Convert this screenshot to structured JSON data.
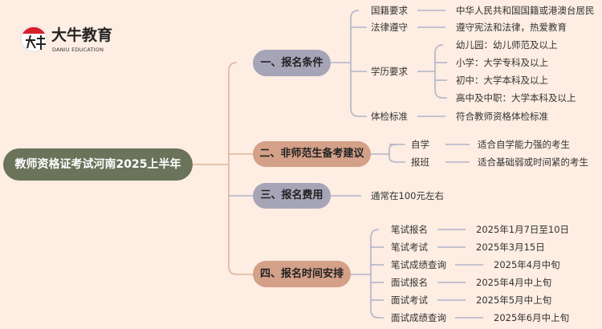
{
  "logo": {
    "brand": "大牛教育",
    "sub": "DANIU EDUCATION",
    "mark": "大牛"
  },
  "root": "教师资格证考试河南2025上半年",
  "branches": [
    {
      "label": "一、报名条件",
      "color": "#a6a4b7",
      "children": [
        {
          "label": "国籍要求",
          "value": "中华人民共和国国籍或港澳台居民"
        },
        {
          "label": "法律遵守",
          "value": "遵守宪法和法律，热爱教育"
        },
        {
          "label": "学历要求",
          "values": [
            "幼儿园：幼儿师范及以上",
            "小学：大学专科及以上",
            "初中：大学本科及以上",
            "高中及中职：大学本科及以上"
          ]
        },
        {
          "label": "体检标准",
          "value": "符合教师资格体检标准"
        }
      ]
    },
    {
      "label": "二、非师范生备考建议",
      "color": "#d4a088",
      "children": [
        {
          "label": "自学",
          "value": "适合自学能力强的考生"
        },
        {
          "label": "报班",
          "value": "适合基础弱或时间紧的考生"
        }
      ]
    },
    {
      "label": "三、报名费用",
      "color": "#a6a4b7",
      "value": "通常在100元左右"
    },
    {
      "label": "四、报名时间安排",
      "color": "#d4a088",
      "children": [
        {
          "label": "笔试报名",
          "value": "2025年1月7日至10日"
        },
        {
          "label": "笔试考试",
          "value": "2025年3月15日"
        },
        {
          "label": "笔试成绩查询",
          "value": "2025年4月中旬"
        },
        {
          "label": "面试报名",
          "value": "2025年4月中上旬"
        },
        {
          "label": "面试考试",
          "value": "2025年5月中上旬"
        },
        {
          "label": "面试成绩查询",
          "value": "2025年6月中上旬"
        }
      ]
    }
  ]
}
